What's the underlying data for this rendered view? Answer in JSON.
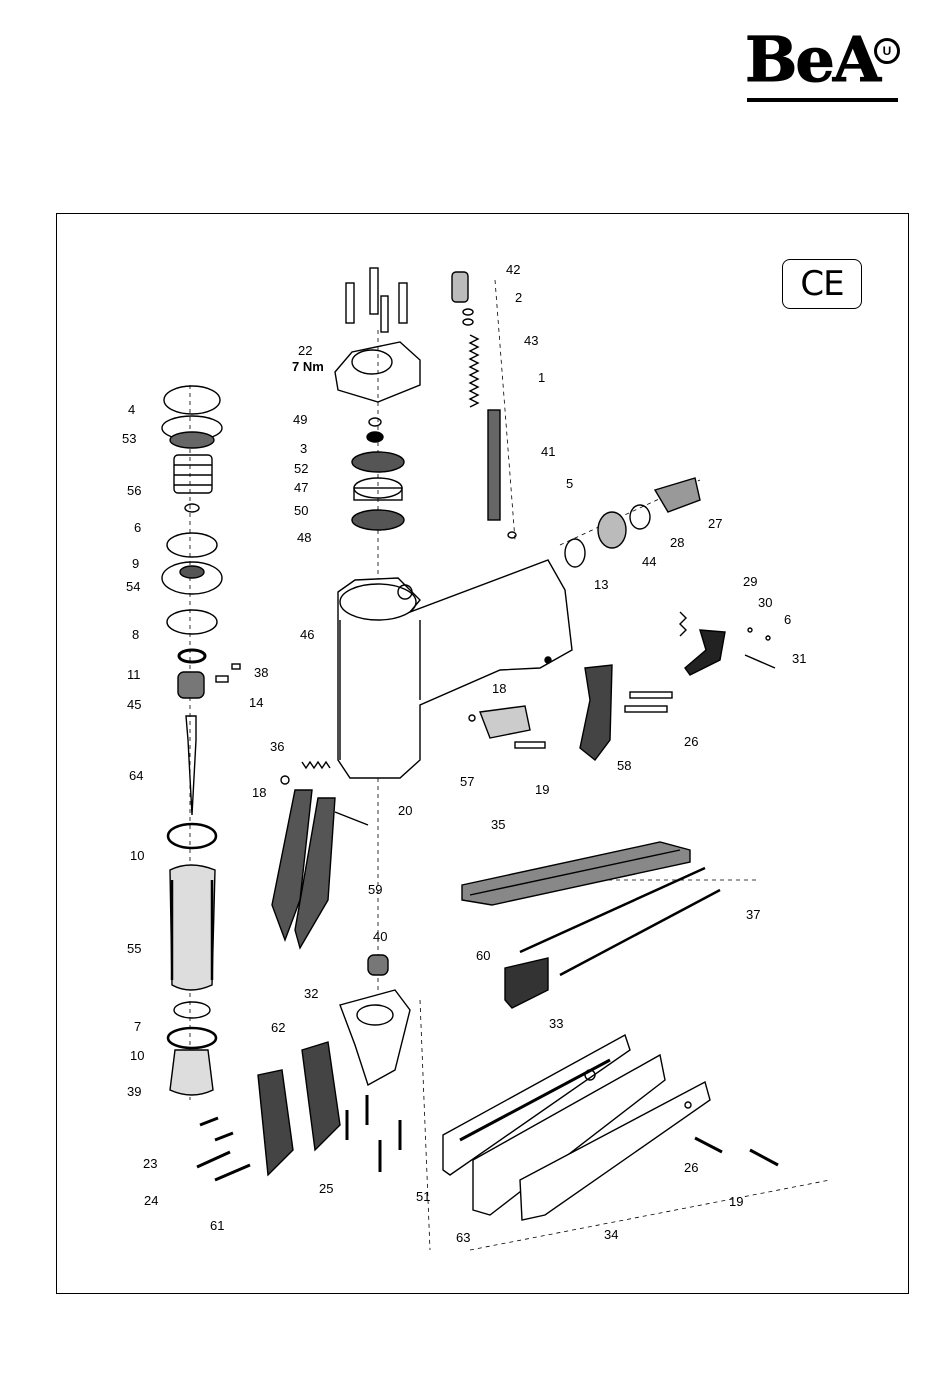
{
  "brand": {
    "name": "BeA"
  },
  "ce_mark": "CE",
  "torque_note": "7 Nm",
  "callouts": [
    {
      "id": "c42",
      "text": "42"
    },
    {
      "id": "c2",
      "text": "2"
    },
    {
      "id": "c43",
      "text": "43"
    },
    {
      "id": "c1",
      "text": "1"
    },
    {
      "id": "c41",
      "text": "41"
    },
    {
      "id": "c5",
      "text": "5"
    },
    {
      "id": "c22",
      "text": "22"
    },
    {
      "id": "c49",
      "text": "49"
    },
    {
      "id": "c3",
      "text": "3"
    },
    {
      "id": "c52",
      "text": "52"
    },
    {
      "id": "c47",
      "text": "47"
    },
    {
      "id": "c50",
      "text": "50"
    },
    {
      "id": "c48",
      "text": "48"
    },
    {
      "id": "c4",
      "text": "4"
    },
    {
      "id": "c53",
      "text": "53"
    },
    {
      "id": "c56",
      "text": "56"
    },
    {
      "id": "c6a",
      "text": "6"
    },
    {
      "id": "c9",
      "text": "9"
    },
    {
      "id": "c54",
      "text": "54"
    },
    {
      "id": "c8",
      "text": "8"
    },
    {
      "id": "c11",
      "text": "11"
    },
    {
      "id": "c38",
      "text": "38"
    },
    {
      "id": "c14",
      "text": "14"
    },
    {
      "id": "c45",
      "text": "45"
    },
    {
      "id": "c64",
      "text": "64"
    },
    {
      "id": "c10a",
      "text": "10"
    },
    {
      "id": "c55",
      "text": "55"
    },
    {
      "id": "c7",
      "text": "7"
    },
    {
      "id": "c10b",
      "text": "10"
    },
    {
      "id": "c39",
      "text": "39"
    },
    {
      "id": "c46",
      "text": "46"
    },
    {
      "id": "c13",
      "text": "13"
    },
    {
      "id": "c44",
      "text": "44"
    },
    {
      "id": "c28",
      "text": "28"
    },
    {
      "id": "c27",
      "text": "27"
    },
    {
      "id": "c29",
      "text": "29"
    },
    {
      "id": "c30",
      "text": "30"
    },
    {
      "id": "c6b",
      "text": "6"
    },
    {
      "id": "c31",
      "text": "31"
    },
    {
      "id": "c18a",
      "text": "18"
    },
    {
      "id": "c57",
      "text": "57"
    },
    {
      "id": "c19a",
      "text": "19"
    },
    {
      "id": "c58",
      "text": "58"
    },
    {
      "id": "c26a",
      "text": "26"
    },
    {
      "id": "c36",
      "text": "36"
    },
    {
      "id": "c18b",
      "text": "18"
    },
    {
      "id": "c20",
      "text": "20"
    },
    {
      "id": "c59",
      "text": "59"
    },
    {
      "id": "c35",
      "text": "35"
    },
    {
      "id": "c37",
      "text": "37"
    },
    {
      "id": "c60",
      "text": "60"
    },
    {
      "id": "c40",
      "text": "40"
    },
    {
      "id": "c32",
      "text": "32"
    },
    {
      "id": "c62",
      "text": "62"
    },
    {
      "id": "c33",
      "text": "33"
    },
    {
      "id": "c23",
      "text": "23"
    },
    {
      "id": "c24",
      "text": "24"
    },
    {
      "id": "c25",
      "text": "25"
    },
    {
      "id": "c61",
      "text": "61"
    },
    {
      "id": "c26b",
      "text": "26"
    },
    {
      "id": "c19b",
      "text": "19"
    },
    {
      "id": "c51",
      "text": "51"
    },
    {
      "id": "c63",
      "text": "63"
    },
    {
      "id": "c34",
      "text": "34"
    }
  ]
}
